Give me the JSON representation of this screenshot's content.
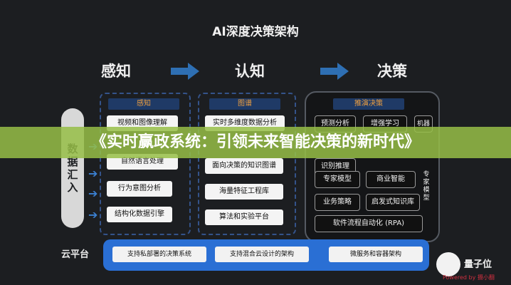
{
  "diagram": {
    "title": "AI深度决策架构",
    "stages": [
      "感知",
      "认知",
      "决策"
    ],
    "input_label": "数据汇入",
    "perception": {
      "title": "感知",
      "boxes": [
        "视频和图像理解",
        "自然语言处理",
        "行为意图分析",
        "结构化数据引擎"
      ]
    },
    "cognition": {
      "title": "图谱",
      "boxes": [
        "实时多维度数据分析",
        "面向决策的知识图谱",
        "海量特征工程库",
        "算法和实验平台"
      ]
    },
    "decision": {
      "title": "推演决策",
      "top_boxes": [
        "预测分析",
        "增强学习",
        "机器"
      ],
      "partial_box": "识别推理",
      "grid": [
        "专家模型",
        "商业智能",
        "业务策略",
        "启发式知识库"
      ],
      "side_label": "专家模型",
      "bottom": "软件流程自动化 (RPA)"
    },
    "cloud": {
      "label": "云平台",
      "items": [
        "支持私部署的决策系统",
        "支持混合云设计的架构",
        "微服务和容器架构"
      ]
    },
    "watermark": {
      "brand": "量子位",
      "sub": "Powered by 摄小翻"
    }
  },
  "overlay": {
    "headline": "《实时赢政系统：引领未来智能决策的新时代》"
  },
  "colors": {
    "background": "#1c1e21",
    "accent_blue": "#2e6fb3",
    "band": "#96be46"
  }
}
